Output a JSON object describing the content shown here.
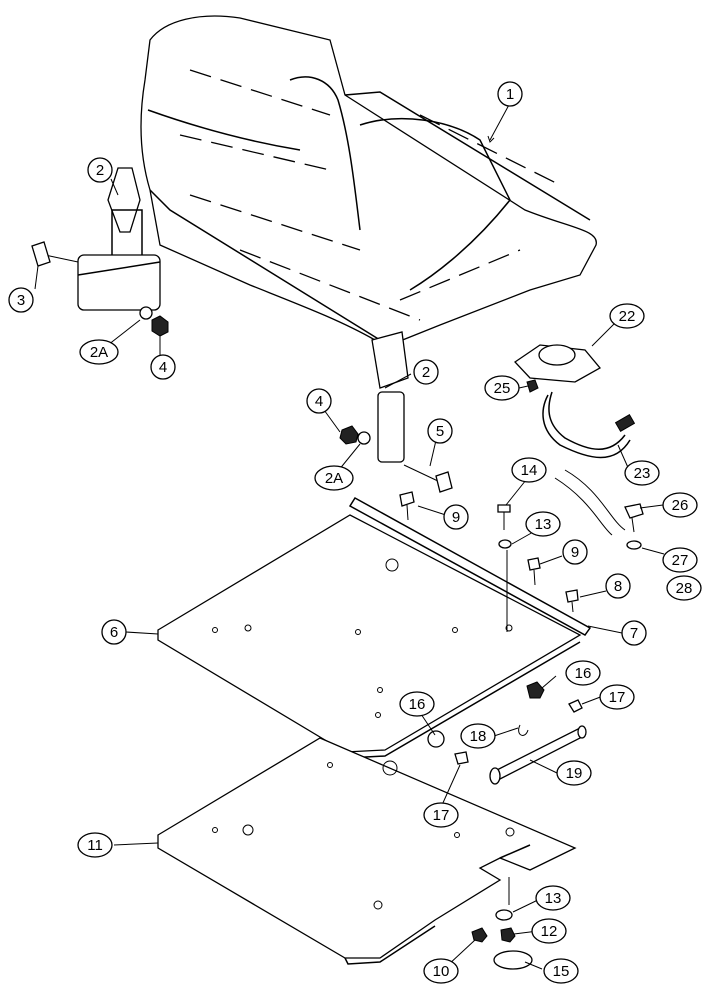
{
  "callouts": [
    {
      "id": "c1",
      "label": "1"
    },
    {
      "id": "c2a",
      "label": "2"
    },
    {
      "id": "c2b",
      "label": "2"
    },
    {
      "id": "c2A1",
      "label": "2A"
    },
    {
      "id": "c2A2",
      "label": "2A"
    },
    {
      "id": "c3",
      "label": "3"
    },
    {
      "id": "c4a",
      "label": "4"
    },
    {
      "id": "c4b",
      "label": "4"
    },
    {
      "id": "c5",
      "label": "5"
    },
    {
      "id": "c6",
      "label": "6"
    },
    {
      "id": "c7",
      "label": "7"
    },
    {
      "id": "c8",
      "label": "8"
    },
    {
      "id": "c9a",
      "label": "9"
    },
    {
      "id": "c9b",
      "label": "9"
    },
    {
      "id": "c10",
      "label": "10"
    },
    {
      "id": "c11",
      "label": "11"
    },
    {
      "id": "c12",
      "label": "12"
    },
    {
      "id": "c13a",
      "label": "13"
    },
    {
      "id": "c13b",
      "label": "13"
    },
    {
      "id": "c14",
      "label": "14"
    },
    {
      "id": "c15",
      "label": "15"
    },
    {
      "id": "c16a",
      "label": "16"
    },
    {
      "id": "c16b",
      "label": "16"
    },
    {
      "id": "c17a",
      "label": "17"
    },
    {
      "id": "c17b",
      "label": "17"
    },
    {
      "id": "c18",
      "label": "18"
    },
    {
      "id": "c19",
      "label": "19"
    },
    {
      "id": "c22",
      "label": "22"
    },
    {
      "id": "c23",
      "label": "23"
    },
    {
      "id": "c25",
      "label": "25"
    },
    {
      "id": "c26",
      "label": "26"
    },
    {
      "id": "c27",
      "label": "27"
    },
    {
      "id": "c28",
      "label": "28"
    }
  ]
}
